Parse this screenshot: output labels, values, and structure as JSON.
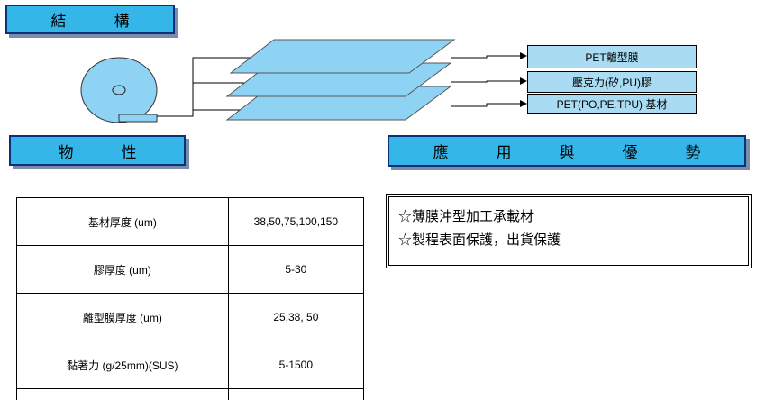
{
  "sections": {
    "structure_title": "結　構",
    "properties_title": "物　性",
    "applications_title": "應　用　與　優　勢"
  },
  "layers": [
    {
      "label": "PET離型膜"
    },
    {
      "label": "壓克力(矽,PU)膠"
    },
    {
      "label": "PET(PO,PE,TPU) 基材"
    }
  ],
  "properties": {
    "rows": [
      {
        "name": "基材厚度 (um)",
        "value": "38,50,75,100,150"
      },
      {
        "name": "膠厚度 (um)",
        "value": "5-30"
      },
      {
        "name": "離型膜厚度 (um)",
        "value": "25,38, 50"
      },
      {
        "name": "黏著力 (g/25mm)(SUS)",
        "value": "5-1500"
      }
    ]
  },
  "applications": {
    "items": [
      "☆薄膜沖型加工承載材",
      "☆製程表面保護，出貨保護"
    ]
  },
  "colors": {
    "header_fill": "#35b6e9",
    "header_border": "#0b2f7a",
    "layer_fill": "#8fd3f4",
    "label_fill": "#a9dcf2"
  }
}
